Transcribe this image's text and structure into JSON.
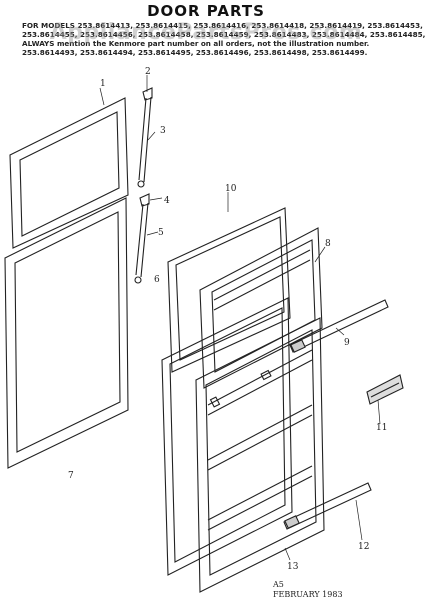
{
  "header": {
    "title": "DOOR PARTS",
    "line1": "FOR MODELS 253.8614413, 253.8614415, 253.8614416, 253.8614418, 253.8614419, 253.8614453,",
    "line2": "253.8614455, 253.8614456, 253.8614458, 253.8614459, 253.8614483, 253.8614484, 253.8614485,",
    "line3": "ALWAYS mention the Kenmore part number on all orders, not the illustration number.",
    "line4": "253.8614493, 253.8614494, 253.8614495, 253.8614496, 253.8614498, 253.8614499."
  },
  "watermark": "AppliancePartsPros.com",
  "callouts": [
    "1",
    "2",
    "3",
    "4",
    "5",
    "6",
    "7",
    "8",
    "9",
    "10",
    "11",
    "12",
    "13"
  ],
  "footer": {
    "code": "A5",
    "date": "FEBRUARY 1983"
  }
}
